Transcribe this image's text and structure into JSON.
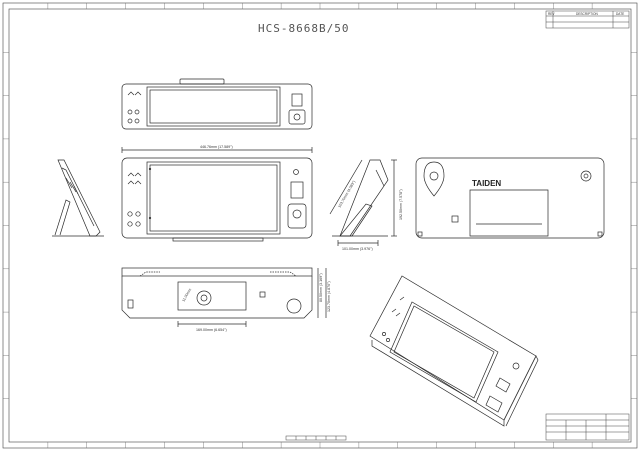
{
  "title": "HCS-8668B/50",
  "brand": "TAIDEN",
  "revision_table": {
    "headers": [
      "REV",
      "DESCRIPTION",
      "DATE"
    ]
  },
  "dimensions": {
    "width": "446.76mm (17.589\")",
    "depth_base": "101.00mm (3.976\")",
    "height_side": "192.50mm (7.578\")",
    "angle_width": "103.70mm (4.083\")",
    "base_width": "169.00mm (6.654\")",
    "base_height_a": "80.50mm (3.169\")",
    "base_height_b": "123.70mm (4.870\")",
    "small": "11.00mm"
  },
  "colors": {
    "line": "#2b2b2b",
    "border": "#444444",
    "paper": "#ffffff"
  }
}
